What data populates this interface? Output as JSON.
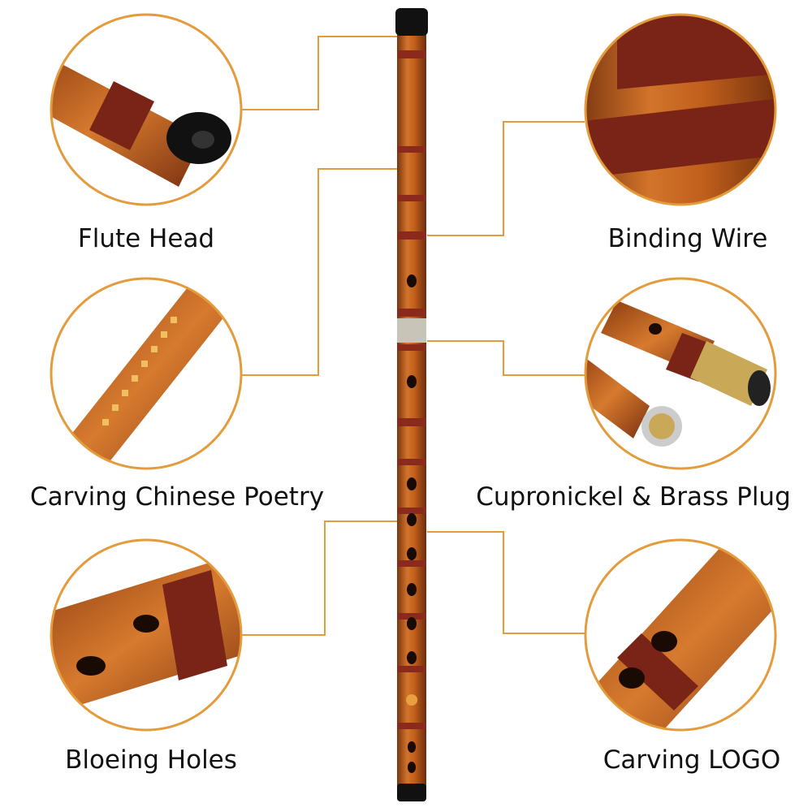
{
  "colors": {
    "accent": "#e39b3c",
    "bamboo": "#b8561a",
    "binding": "#7a2418"
  },
  "features": [
    {
      "label": "Flute Head",
      "icon": "flute-head-closeup"
    },
    {
      "label": "Carving Chinese Poetry",
      "icon": "poetry-closeup"
    },
    {
      "label": "Bloeing Holes",
      "icon": "holes-closeup"
    },
    {
      "label": "Binding Wire",
      "icon": "binding-wire-closeup"
    },
    {
      "label": "Cupronickel & Brass Plug",
      "icon": "plug-closeup"
    },
    {
      "label": "Carving LOGO",
      "icon": "logo-closeup"
    }
  ]
}
